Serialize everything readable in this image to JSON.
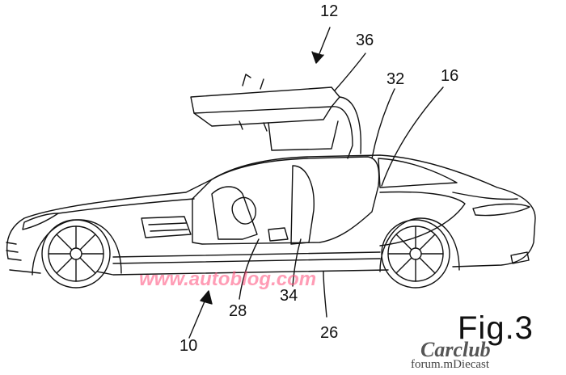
{
  "figure": {
    "caption": "Fig.3",
    "reference_numerals": {
      "overall_vehicle": "10",
      "door_assembly": "12",
      "body_side": "16",
      "seat": "28",
      "door_opening": "32",
      "pillar": "34",
      "upper_door": "36",
      "sill": "26"
    }
  },
  "watermarks": {
    "site": "www.autoblog.com",
    "logo_main": "Carclub",
    "logo_sub": "forum.mDiecast"
  },
  "colors": {
    "line": "#111111",
    "watermark": "#ff4d7a",
    "background": "#ffffff"
  }
}
